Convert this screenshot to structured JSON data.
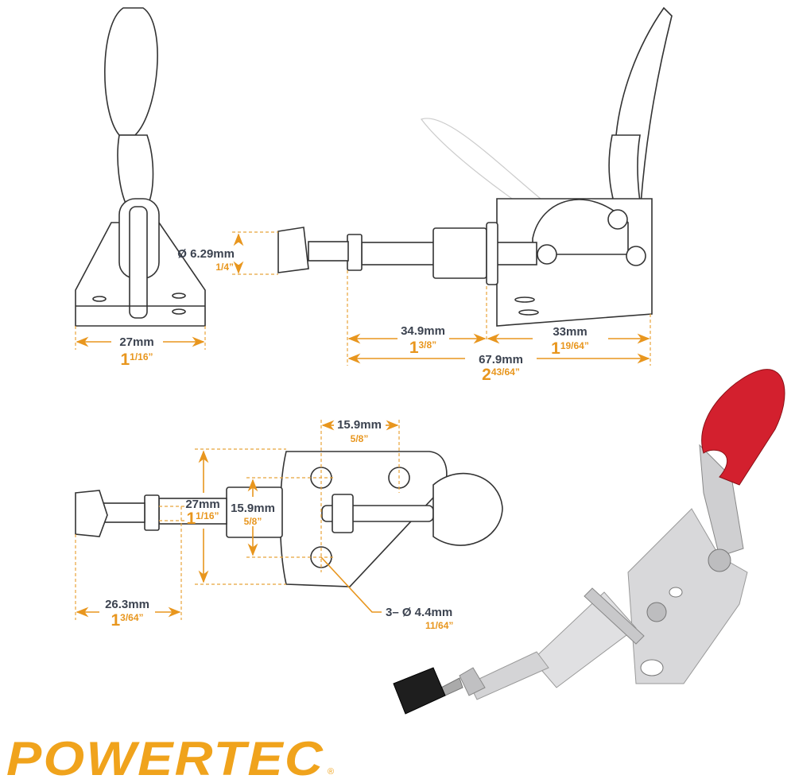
{
  "colors": {
    "accent": "#e8961e",
    "text": "#3c4350",
    "handle_red": "#d3202e"
  },
  "top_left_view": {
    "width_mm": "27mm",
    "width_in_whole": "1",
    "width_in_frac": "1/16”"
  },
  "top_right_view": {
    "thread_dia_mm": "Ø 6.29mm",
    "thread_dia_in": "1/4”",
    "plunger_mm": "34.9mm",
    "plunger_in_whole": "1",
    "plunger_in_frac": "3/8”",
    "body_mm": "33mm",
    "body_in_whole": "1",
    "body_in_frac": "19/64”",
    "total_mm": "67.9mm",
    "total_in_whole": "2",
    "total_in_frac": "43/64”"
  },
  "bottom_view": {
    "hole_spacing_mm": "15.9mm",
    "hole_spacing_in": "5/8”",
    "base_width_mm": "27mm",
    "base_width_in_whole": "1",
    "base_width_in_frac": "1/16”",
    "hole_vertical_mm": "15.9mm",
    "hole_vertical_in": "5/8”",
    "stroke_mm": "26.3mm",
    "stroke_in_whole": "1",
    "stroke_in_frac": "3/64”",
    "holes_mm": "3– Ø 4.4mm",
    "holes_in": "11/64”"
  },
  "brand": {
    "logo": "POWERTEC",
    "registered": "®"
  }
}
